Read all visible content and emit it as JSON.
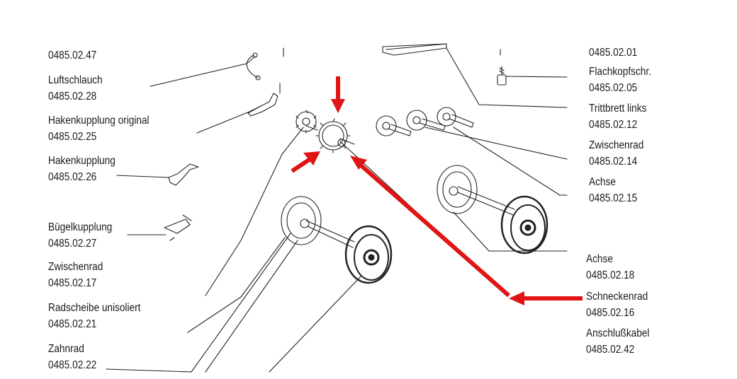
{
  "left_labels": [
    {
      "name": "",
      "number": "0485.02.47"
    },
    {
      "name": "Luftschlauch",
      "number": "0485.02.28"
    },
    {
      "name": "Hakenkupplung original",
      "number": "0485.02.25"
    },
    {
      "name": "Hakenkupplung",
      "number": "0485.02.26"
    },
    {
      "name": "Bügelkupplung",
      "number": "0485.02.27"
    },
    {
      "name": "Zwischenrad",
      "number": "0485.02.17"
    },
    {
      "name": "Radscheibe unisoliert",
      "number": "0485.02.21"
    },
    {
      "name": "Zahnrad",
      "number": "0485.02.22"
    }
  ],
  "right_labels": [
    {
      "name": "",
      "number": "0485.02.01"
    },
    {
      "name": "Flachkopfschr.",
      "number": "0485.02.05"
    },
    {
      "name": "Trittbrett links",
      "number": "0485.02.12"
    },
    {
      "name": "Zwischenrad",
      "number": "0485.02.14"
    },
    {
      "name": "Achse",
      "number": "0485.02.15"
    },
    {
      "name": "Achse",
      "number": "0485.02.18"
    },
    {
      "name": "Schneckenrad",
      "number": "0485.02.16"
    },
    {
      "name": "Anschlußkabel",
      "number": "0485.02.42"
    }
  ],
  "highlight_color": "#e01414",
  "line_color": "#222222"
}
